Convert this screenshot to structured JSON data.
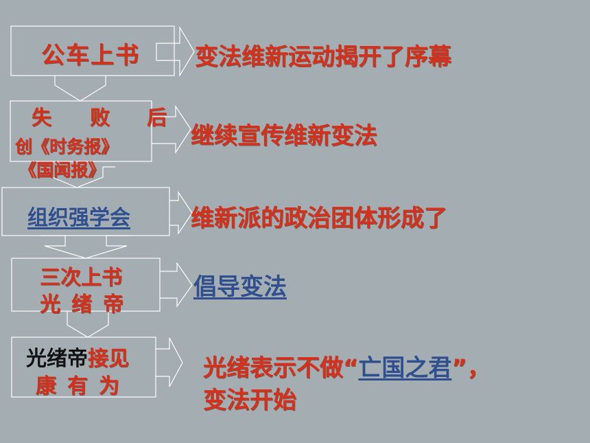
{
  "steps": [
    {
      "box_text": "公车上书",
      "result": "变法维新运动揭开了序幕"
    },
    {
      "box_line1": [
        "失",
        "败",
        "后"
      ],
      "box_line2": "创《时务报》",
      "box_line3": "《国闻报》",
      "result": "继续宣传维新变法"
    },
    {
      "box_text": "组织强学会",
      "result": "维新派的政治团体形成了"
    },
    {
      "box_line1": "三次上书",
      "box_line2": [
        "光",
        "绪",
        "帝"
      ],
      "result": "倡导变法"
    },
    {
      "box_line1_black": "光绪帝",
      "box_line1_red": "接见",
      "box_line2": [
        "康",
        "有",
        "为"
      ],
      "result_prefix": "光绪表示不做“",
      "result_link": "亡国之君",
      "result_suffix": "”，",
      "result_line2": "变法开始"
    }
  ],
  "colors": {
    "background": "#a4adb2",
    "text_red": "#d4301c",
    "link_blue": "#2f4f8f",
    "stroke": "#ffffff"
  }
}
